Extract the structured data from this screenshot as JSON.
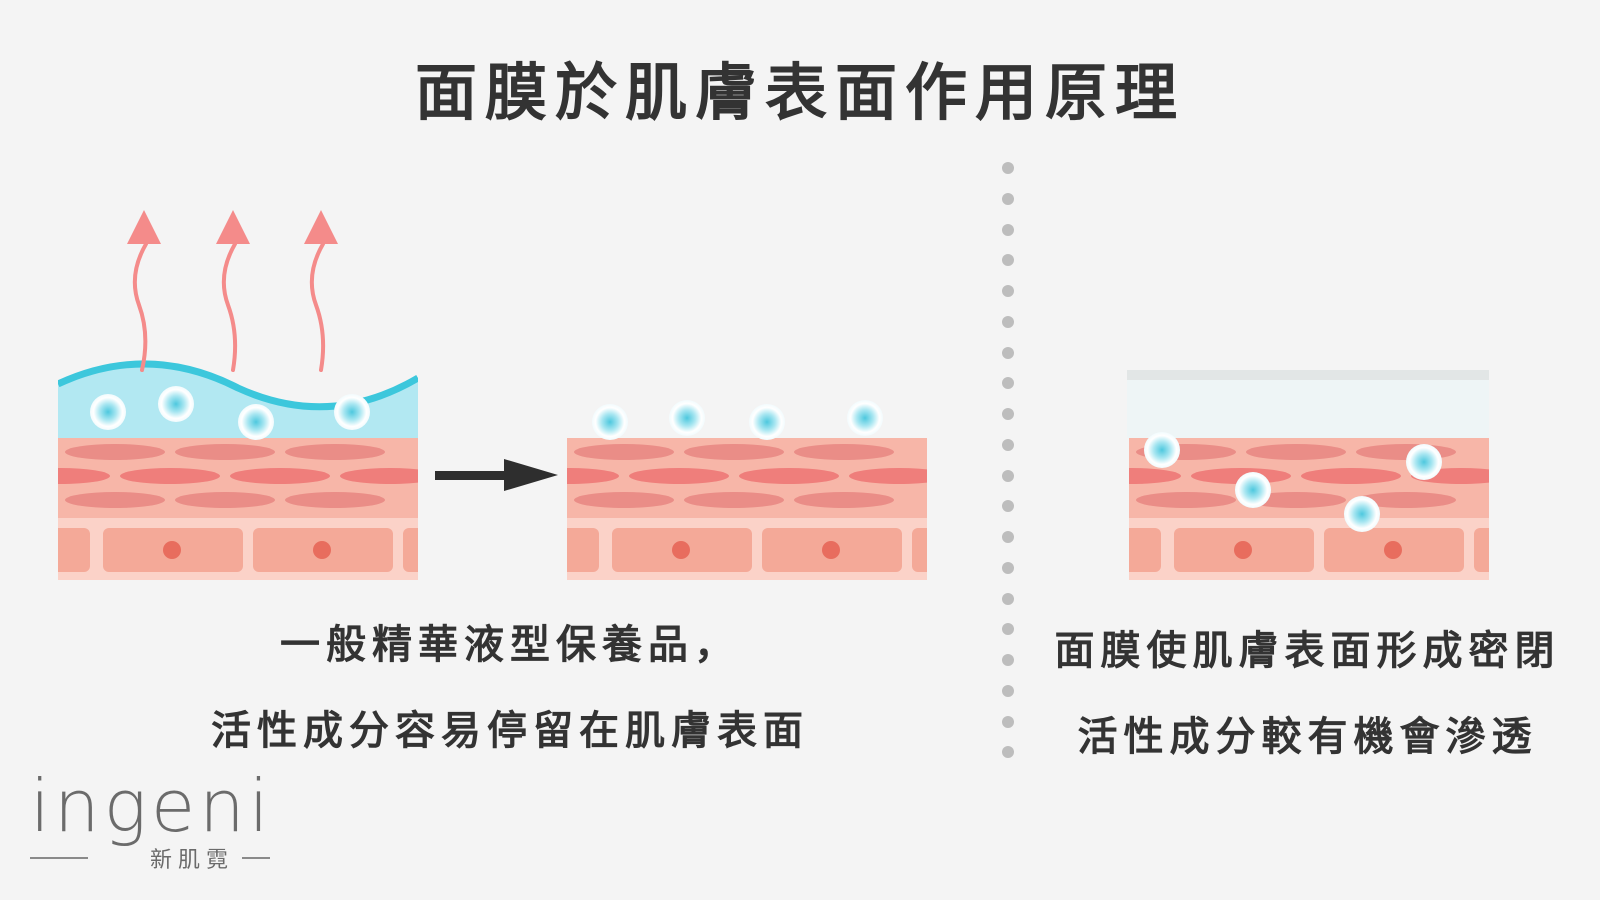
{
  "title": "面膜於肌膚表面作用原理",
  "left_panel": {
    "caption_line1": "一般精華液型保養品，",
    "caption_line2": "活性成分容易停留在肌膚表面"
  },
  "right_panel": {
    "caption_line1": "面膜使肌膚表面形成密閉",
    "caption_line2": "活性成分較有機會滲透"
  },
  "logo": {
    "wordmark": "ingeni",
    "chinese_name": "新肌霓"
  },
  "colors": {
    "background": "#f4f4f4",
    "text": "#333333",
    "skin_layer": "#f7b6a8",
    "skin_cell": "#ec8480",
    "cell_nucleus": "#e86d5e",
    "serum_layer": "#b2e8f2",
    "serum_edge": "#3cc7dc",
    "evaporation_arrow": "#f48b8a",
    "mask_sheet": "#eef5f6",
    "divider_dots": "#bdbdbd",
    "logo": "#6b6b6b"
  },
  "icons": [
    "evaporation-arrow-icon",
    "right-arrow-icon",
    "active-ingredient-droplet-icon"
  ]
}
